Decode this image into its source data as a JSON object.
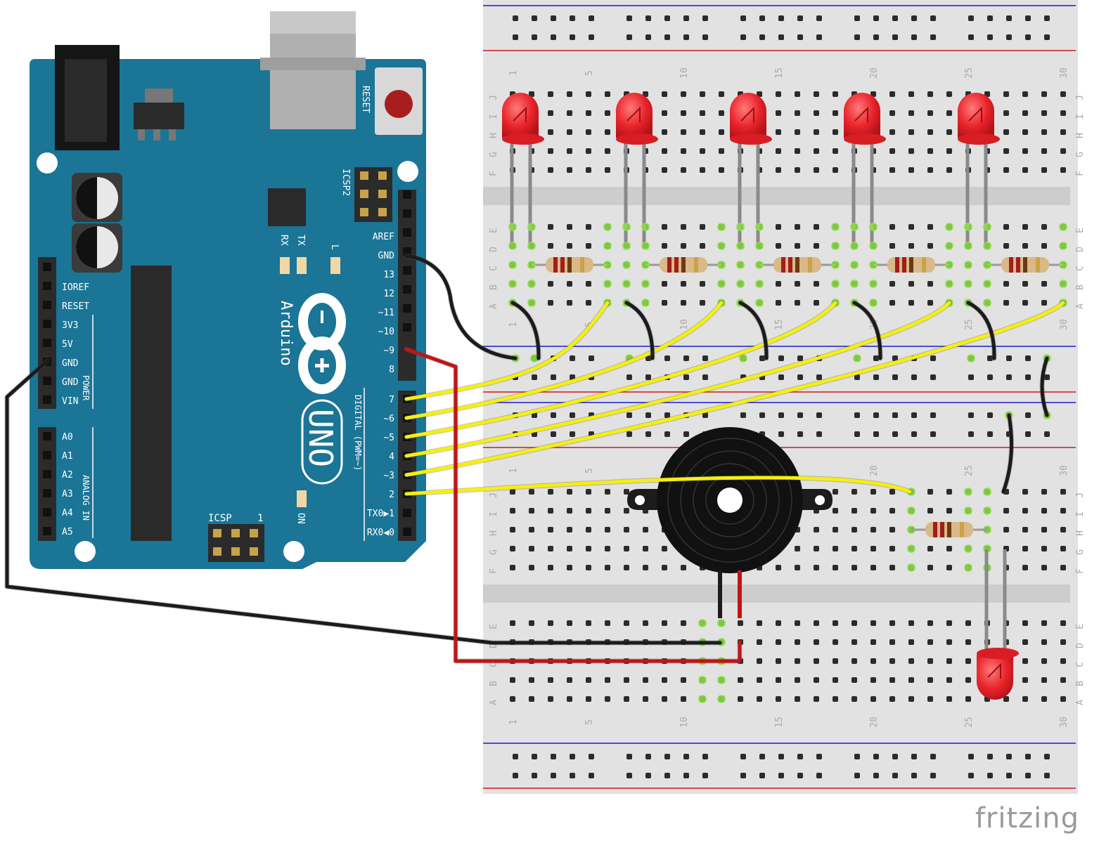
{
  "arduino": {
    "brand": "Arduino",
    "model": "UNO",
    "reset_label": "RESET",
    "icsp2_label": "ICSP2",
    "icsp_label": "ICSP",
    "icsp_pin1": "1",
    "led_labels": [
      "TX",
      "RX",
      "L"
    ],
    "on_label": "ON",
    "digital_section": "DIGITAL (PWM=~)",
    "power_section": "POWER",
    "analog_section": "ANALOG IN",
    "top_header_pins": [
      "AREF",
      "GND",
      "13",
      "12",
      "~11",
      "~10",
      "~9",
      "8"
    ],
    "bottom_header_pins": [
      "7",
      "~6",
      "~5",
      "4",
      "~3",
      "2",
      "TX0▶1",
      "RX0◀0"
    ],
    "power_pins": [
      "IOREF",
      "RESET",
      "3V3",
      "5V",
      "GND",
      "GND",
      "VIN"
    ],
    "analog_pins": [
      "A0",
      "A1",
      "A2",
      "A3",
      "A4",
      "A5"
    ]
  },
  "breadboard": {
    "row_letters_top": [
      "J",
      "I",
      "H",
      "G",
      "F",
      "E",
      "D",
      "C",
      "B",
      "A"
    ],
    "column_numbers": [
      "1",
      "5",
      "10",
      "15",
      "20",
      "25",
      "30"
    ]
  },
  "components": {
    "top_leds": 5,
    "top_resistors": 5,
    "buzzer": 1,
    "bottom_led": 1,
    "bottom_resistor": 1
  },
  "colors": {
    "board": "#1a7596",
    "breadboard": "#e2e2e2",
    "led": "#e8232a",
    "wire_signal": "#f4ef12",
    "wire_ground": "#1b1b1b",
    "wire_power": "#c21414",
    "rail_red": "#d11818",
    "rail_blue": "#1a1ad1"
  },
  "watermark": "fritzing"
}
